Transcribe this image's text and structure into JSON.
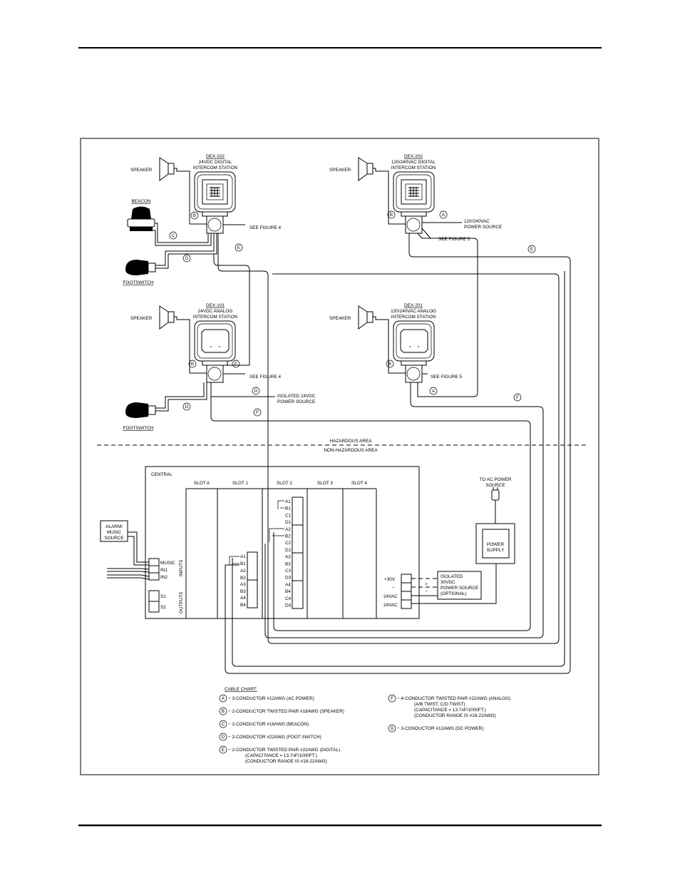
{
  "stations": {
    "dex102": {
      "model": "DEX-102",
      "line1": "24VDC DIGITAL",
      "line2": "INTERCOM STATION"
    },
    "dex202": {
      "model": "DEX-202",
      "line1": "120/240VAC DIGITAL",
      "line2": "INTERCOM STATION"
    },
    "dex101": {
      "model": "DEX-101",
      "line1": "24VDC ANALOG",
      "line2": "INTERCOM STATION"
    },
    "dex201": {
      "model": "DEX-201",
      "line1": "120/240VAC ANALOG",
      "line2": "INTERCOM STATION"
    }
  },
  "devices": {
    "speaker": "SPEAKER",
    "beacon": "BEACON",
    "footswitch": "FOOTSWITCH"
  },
  "notes": {
    "see_fig4": "SEE FIGURE 4",
    "see_fig5": "SEE FIGURE 5",
    "power_120_l1": "120/240VAC",
    "power_120_l2": "POWER SOURCE",
    "iso24_l1": "ISOLATED 24VDC",
    "iso24_l2": "POWER SOURCE",
    "hazardous": "HAZARDOUS AREA",
    "non_hazardous": "NON-HAZARDOUS AREA",
    "ac_l1": "TO AC POWER",
    "ac_l2": "SOURCE"
  },
  "central": {
    "title": "CENTRAL",
    "slots": [
      "SLOT A",
      "SLOT 1",
      "SLOT 2",
      "SLOT 3",
      "SLOT 4"
    ],
    "inputs_label": "INPUTS",
    "outputs_label": "OUTPUTS",
    "inputs": [
      "MUSIC",
      "IN1",
      "IN2"
    ],
    "outputs": [
      "S1",
      "S2"
    ],
    "slot1_terms": [
      "A1",
      "B1",
      "A2",
      "B2",
      "A3",
      "B3",
      "A4",
      "B4"
    ],
    "slot2_terms": [
      "A1",
      "B1",
      "C1",
      "D1",
      "A2",
      "B2",
      "C2",
      "D2",
      "A3",
      "B3",
      "C3",
      "D3",
      "A4",
      "B4",
      "C4",
      "D4"
    ],
    "power_terms": [
      "+30V",
      "−",
      "24VAC",
      "24VAC"
    ],
    "iso30": [
      "ISOLATED",
      "30VDC",
      "POWER SOURCE",
      "(OPTIONAL)"
    ],
    "power_supply": [
      "POWER",
      "SUPPLY"
    ],
    "alarm": [
      "ALARM/",
      "MUSIC",
      "SOURCE"
    ]
  },
  "cable_chart": {
    "title": "CABLE CHART:",
    "items": [
      {
        "code": "A",
        "lines": [
          "− 3-CONDUCTOR #12AWG (AC POWER)"
        ]
      },
      {
        "code": "B",
        "lines": [
          "− 2-CONDUCTOR TWISTED PAIR #18AWG (SPEAKER)"
        ]
      },
      {
        "code": "C",
        "lines": [
          "− 2-CONDUCTOR #18AWG (BEACON)"
        ]
      },
      {
        "code": "D",
        "lines": [
          "− 2-CONDUCTOR #22AWG (FOOT SWITCH)"
        ]
      },
      {
        "code": "E",
        "lines": [
          "− 2-CONDUCTOR TWISTED PAIR #22AWG (DIGITAL)",
          "(CAPACITANCE = 13.7nF/1000FT.)",
          "(CONDUCTOR RANGE IS #18-22AWG)"
        ]
      },
      {
        "code": "F",
        "lines": [
          "− 4-CONDUCTOR TWISTED PAIR #22AWG (ANALOG)",
          "(A/B TWIST, C/D TWIST)",
          "(CAPACITANCE = 13.7nF/1000FT.)",
          "(CONDUCTOR RANGE IS #18-22AWG)"
        ]
      },
      {
        "code": "G",
        "lines": [
          "− 3-CONDUCTOR #12AWG (DC POWER)"
        ]
      }
    ]
  },
  "labels": {
    "A": "A",
    "B": "B",
    "C": "C",
    "D": "D",
    "E": "E",
    "F": "F",
    "G": "G"
  }
}
